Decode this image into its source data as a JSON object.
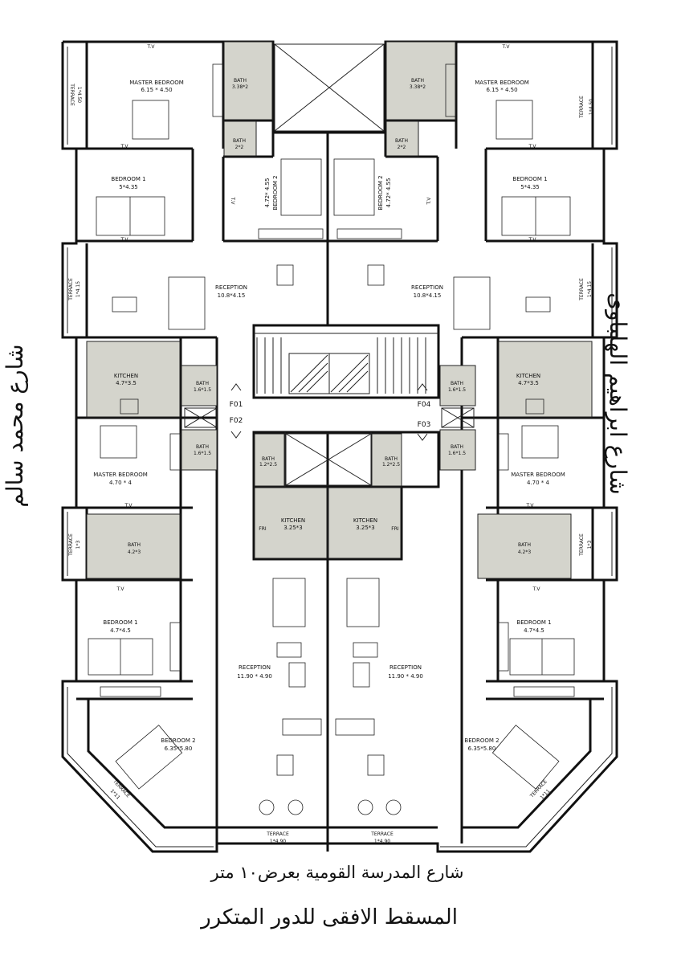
{
  "streets": {
    "left": "شارع محمد سالم",
    "right": "شارع ابراهيم الهلباوى",
    "bottom": "شارع المدرسة القومية بعرض١٠ متر"
  },
  "plan_title": "المسقط الافقى للدور المتكرر",
  "rooms": {
    "master_bedroom_top": "MASTER BEDROOM",
    "master_bedroom_top_size": "6.15 * 4.50",
    "bath_top_l": "BATH",
    "bath_top_l_size": "3.38*2",
    "bath_top_r": "BATH",
    "bath_top_r_size": "3.38*2",
    "bath_small_l": "BATH",
    "bath_small_l_size": "2*2",
    "bath_small_r": "BATH",
    "bath_small_r_size": "2*2",
    "terrace_1_50": "TERRACE",
    "terrace_1_50_size": "1*4.50",
    "bedroom1_top": "BEDROOM 1",
    "bedroom1_top_size": "5*4.35",
    "bedroom2_mid": "BEDROOM 2",
    "bedroom2_mid_size": "4.72* 4.55",
    "terrace_4_15": "TERRACE",
    "terrace_4_15_size": "1*4.15",
    "reception_top": "RECEPTION",
    "reception_top_size": "10.8*4.15",
    "kitchen_big": "KITCHEN",
    "kitchen_big_size": "4.7*3.5",
    "bath_1_6": "BATH",
    "bath_1_6_size": "1.6*1.5",
    "master_bedroom_mid": "MASTER BEDROOM",
    "master_bedroom_mid_size": "4.70 * 4",
    "terrace_1_3": "TERRACE",
    "terrace_1_3_size": "1*3",
    "bath_4_2": "BATH",
    "bath_4_2_size": "4.2*3",
    "bedroom1_low": "BEDROOM 1",
    "bedroom1_low_size": "4.7*4.5",
    "bedroom2_low": "BEDROOM 2",
    "bedroom2_low_size": "6.35*5.80",
    "terrace_1_11": "TERRACE",
    "terrace_1_11_size": "1*11",
    "reception_low": "RECEPTION",
    "reception_low_size": "11.90 * 4.90",
    "terrace_4_90": "TERRACE",
    "terrace_4_90_size": "1*4.90",
    "kitchen_small": "KITCHEN",
    "kitchen_small_size": "3.25*3",
    "bath_center": "BATH",
    "bath_center_size": "1.2*2.5",
    "tv": "T.V",
    "fri": "FRI"
  },
  "flats": {
    "f01": "F01",
    "f02": "F02",
    "f03": "F03",
    "f04": "F04"
  }
}
